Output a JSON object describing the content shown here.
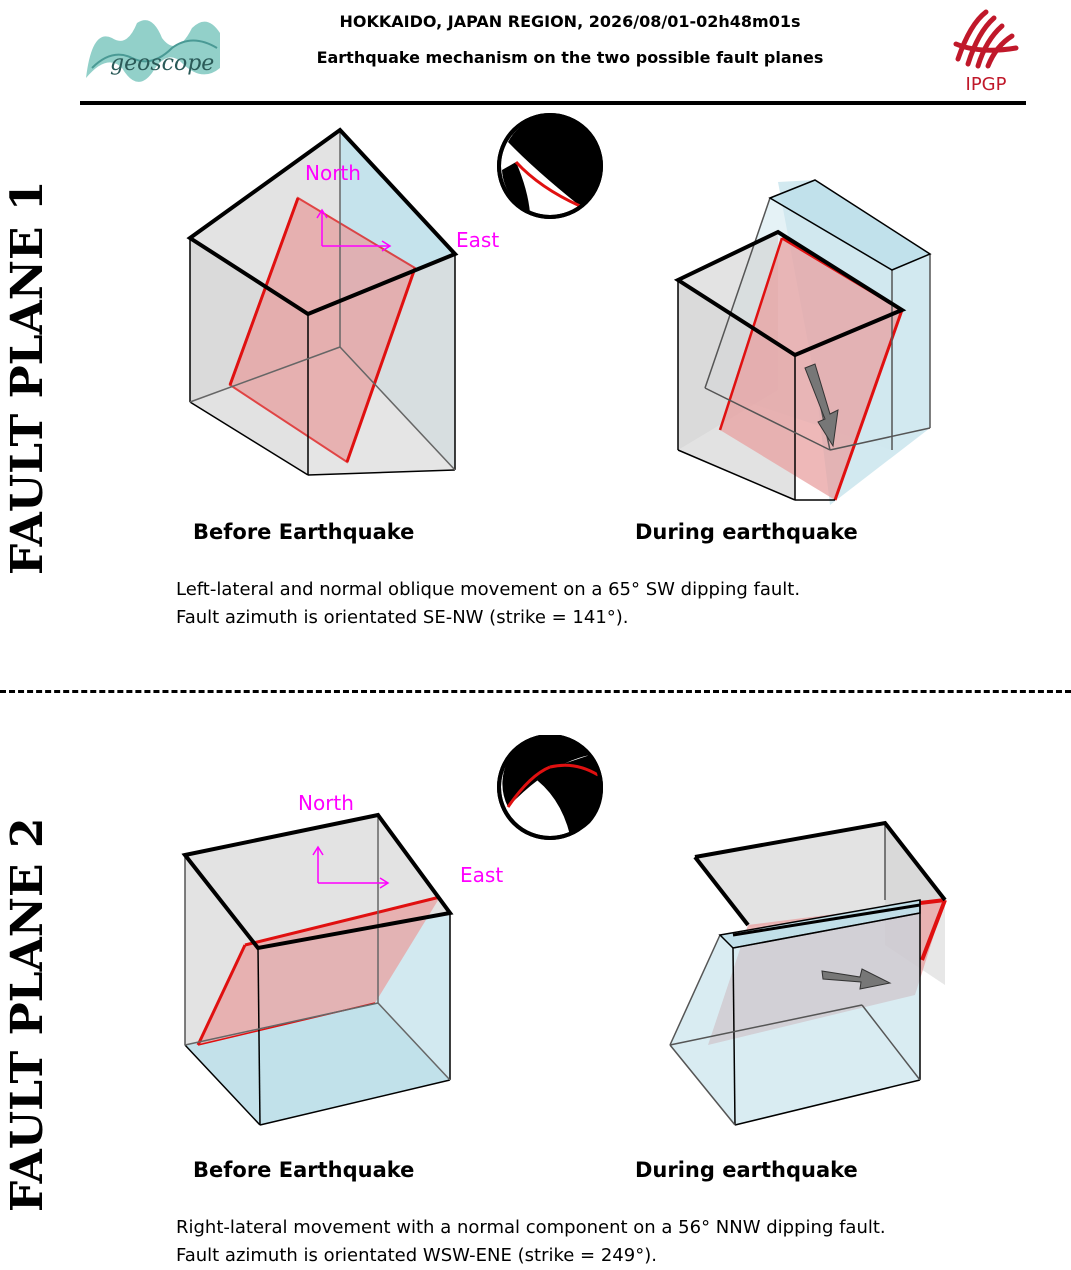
{
  "header": {
    "title": "HOKKAIDO, JAPAN REGION, 2026/08/01-02h48m01s",
    "subtitle": "Earthquake mechanism on the two possible fault planes",
    "logo_left_text": "geoscope",
    "logo_right_text": "IPGP"
  },
  "planes": [
    {
      "side_label": "FAULT PLANE 1",
      "north_label": "North",
      "east_label": "East",
      "before_caption": "Before Earthquake",
      "during_caption": "During earthquake",
      "description_line1": "Left-lateral and normal oblique movement on a 65° SW dipping fault.",
      "description_line2": "Fault azimuth is orientated SE-NW (strike = 141°)."
    },
    {
      "side_label": "FAULT PLANE 2",
      "north_label": "North",
      "east_label": "East",
      "before_caption": "Before Earthquake",
      "during_caption": "During earthquake",
      "description_line1": "Right-lateral movement with a normal component on a 56° NNW dipping fault.",
      "description_line2": "Fault azimuth is orientated WSW-ENE (strike = 249°)."
    }
  ],
  "colors": {
    "fault_plane": "#e8a0a0",
    "fault_edge": "#e01010",
    "block_gray": "#d0d0d0",
    "block_blue": "#bfe0ea",
    "direction": "#ff00ff",
    "logo_geoscope": "#7fc8c0",
    "logo_ipgp": "#c0182a"
  },
  "icons": {
    "beachball": "beachball-icon",
    "slip_arrow": "slip-arrow-icon"
  }
}
